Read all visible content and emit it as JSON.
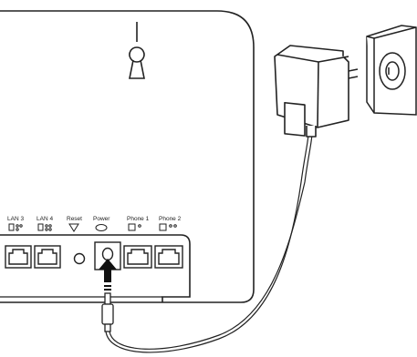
{
  "ports": [
    {
      "label": "LAN 3",
      "indicator": "lan-dots"
    },
    {
      "label": "LAN 4",
      "indicator": "lan-dots"
    },
    {
      "label": "Reset",
      "indicator": "triangle"
    },
    {
      "label": "Power",
      "indicator": "oval"
    },
    {
      "label": "Phone 1",
      "indicator": "phone-circle"
    },
    {
      "label": "Phone 2",
      "indicator": "phone-dots"
    }
  ],
  "colors": {
    "line": "#222222",
    "background": "#ffffff",
    "arrow": "#111111"
  },
  "icons": [
    "wall-mount-keyhole-icon",
    "power-adapter-icon",
    "wall-socket-icon",
    "insert-arrow-icon"
  ]
}
